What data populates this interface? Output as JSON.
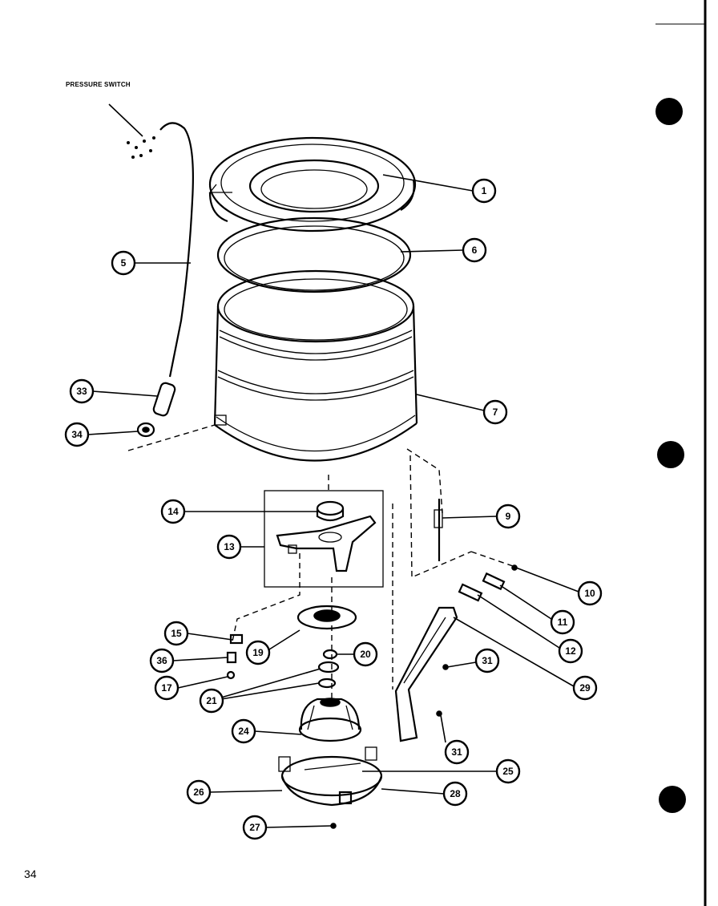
{
  "diagram": {
    "annotation_label": "PRESSURE SWITCH",
    "page_number": "34",
    "callouts": [
      {
        "id": "c1",
        "label": "1"
      },
      {
        "id": "c6",
        "label": "6"
      },
      {
        "id": "c5",
        "label": "5"
      },
      {
        "id": "c7",
        "label": "7"
      },
      {
        "id": "c33",
        "label": "33"
      },
      {
        "id": "c34",
        "label": "34"
      },
      {
        "id": "c14",
        "label": "14"
      },
      {
        "id": "c9",
        "label": "9"
      },
      {
        "id": "c13",
        "label": "13"
      },
      {
        "id": "c10",
        "label": "10"
      },
      {
        "id": "c11",
        "label": "11"
      },
      {
        "id": "c12",
        "label": "12"
      },
      {
        "id": "c15",
        "label": "15"
      },
      {
        "id": "c19",
        "label": "19"
      },
      {
        "id": "c20",
        "label": "20"
      },
      {
        "id": "c36",
        "label": "36"
      },
      {
        "id": "c31a",
        "label": "31"
      },
      {
        "id": "c29",
        "label": "29"
      },
      {
        "id": "c17",
        "label": "17"
      },
      {
        "id": "c21",
        "label": "21"
      },
      {
        "id": "c24",
        "label": "24"
      },
      {
        "id": "c31b",
        "label": "31"
      },
      {
        "id": "c25",
        "label": "25"
      },
      {
        "id": "c26",
        "label": "26"
      },
      {
        "id": "c28",
        "label": "28"
      },
      {
        "id": "c27",
        "label": "27"
      }
    ]
  }
}
